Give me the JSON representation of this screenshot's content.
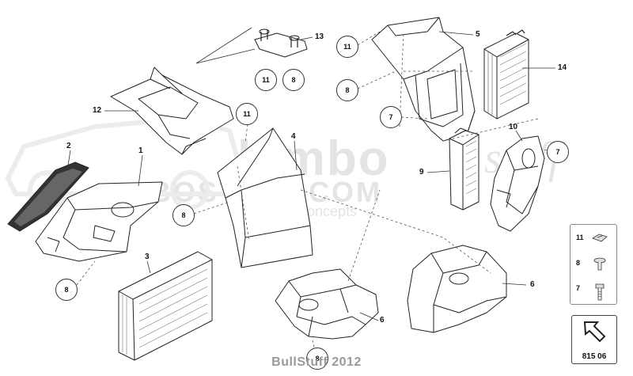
{
  "watermark": {
    "brand_left": "lambo",
    "brand_right": "stuff",
    "site": "BOSTUFF.COM",
    "byline": "by S&S Concepts"
  },
  "callouts": [
    {
      "id": "c1",
      "text": "1"
    },
    {
      "id": "c2",
      "text": "2"
    },
    {
      "id": "c3",
      "text": "3"
    },
    {
      "id": "c4",
      "text": "4"
    },
    {
      "id": "c5",
      "text": "5"
    },
    {
      "id": "c6a",
      "text": "6"
    },
    {
      "id": "c6b",
      "text": "6"
    },
    {
      "id": "c9",
      "text": "9"
    },
    {
      "id": "c10",
      "text": "10"
    },
    {
      "id": "c12",
      "text": "12"
    },
    {
      "id": "c13",
      "text": "13"
    },
    {
      "id": "c14",
      "text": "14"
    }
  ],
  "circled_refs": [
    {
      "id": "r11a",
      "text": "11"
    },
    {
      "id": "r8a",
      "text": "8"
    },
    {
      "id": "r11b",
      "text": "11"
    },
    {
      "id": "r8b",
      "text": "8"
    },
    {
      "id": "r11c",
      "text": "11"
    },
    {
      "id": "r7a",
      "text": "7"
    },
    {
      "id": "r7b",
      "text": "7"
    },
    {
      "id": "r8c",
      "text": "8"
    },
    {
      "id": "r8d",
      "text": "8"
    },
    {
      "id": "r8e",
      "text": "8"
    }
  ],
  "legend": [
    {
      "num": "11",
      "icon": "clip-nut-icon"
    },
    {
      "num": "8",
      "icon": "screw-icon"
    },
    {
      "num": "7",
      "icon": "bolt-icon"
    }
  ],
  "diagram_code": "815 06",
  "copyright": "BullStuff 2012"
}
